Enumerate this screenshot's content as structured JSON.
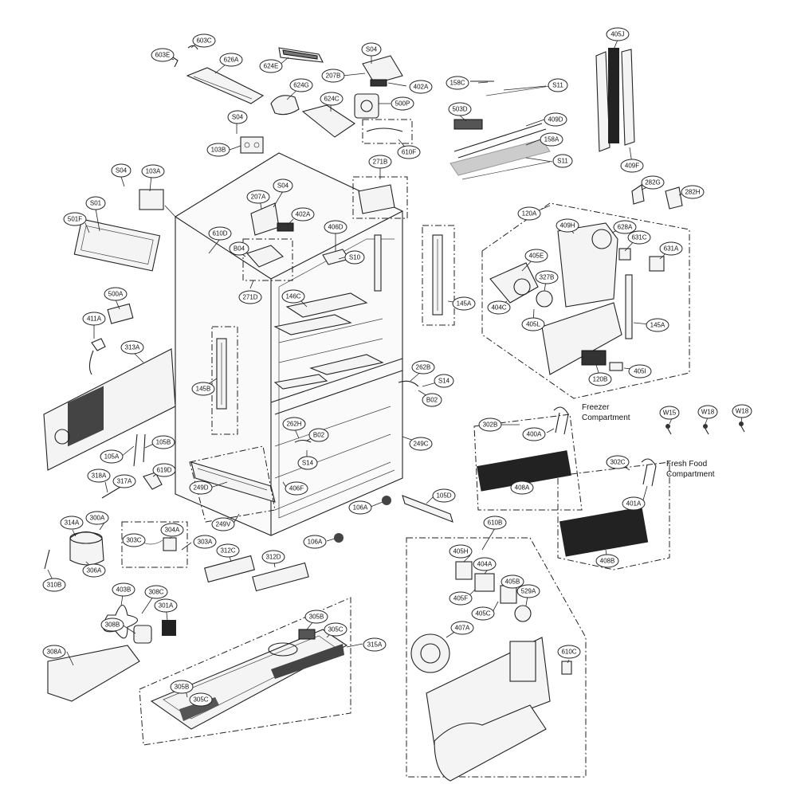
{
  "notes": {
    "freezer_line1": "Freezer",
    "freezer_line2": "Compartment",
    "fresh_line1": "Fresh Food",
    "fresh_line2": "Compartment"
  },
  "labels": {
    "c603E": "603E",
    "c603C": "603C",
    "c626A": "626A",
    "c624E": "624E",
    "c624G": "624G",
    "c624C": "624C",
    "cS04a": "S04",
    "c207B": "207B",
    "c402Aa": "402A",
    "c500P": "500P",
    "c610F": "610F",
    "c158C": "158C",
    "cS11a": "S11",
    "c503D": "503D",
    "c409D": "409D",
    "c158A": "158A",
    "cS11b": "S11",
    "c405J": "405J",
    "c409F": "409F",
    "c282G": "282G",
    "c282H": "282H",
    "cS04b": "S04",
    "c103B": "103B",
    "cS04c": "S04",
    "c103A": "103A",
    "cS01": "S01",
    "c501F": "501F",
    "c271B": "271B",
    "c207A": "207A",
    "cS04d": "S04",
    "c402Ab": "402A",
    "c610D": "610D",
    "c406D": "406D",
    "cB04": "B04",
    "cS10": "S10",
    "c271D": "271D",
    "c146C": "146C",
    "c120A": "120A",
    "c409H": "409H",
    "c628A": "628A",
    "c631C": "631C",
    "c631A": "631A",
    "c405E": "405E",
    "c327B": "327B",
    "c404C": "404C",
    "c405L": "405L",
    "c145Aa": "145A",
    "c120B": "120B",
    "c405I": "405I",
    "c145Ab": "145A",
    "c500A": "500A",
    "c411A": "411A",
    "c313A": "313A",
    "c145B": "145B",
    "c262B": "262B",
    "cS14a": "S14",
    "cB02a": "B02",
    "c262H": "262H",
    "cB02b": "B02",
    "cS14b": "S14",
    "c249C": "249C",
    "cW15": "W15",
    "cW18a": "W18",
    "cW18b": "W18",
    "c302B": "302B",
    "c400A": "400A",
    "c408A": "408A",
    "c302C": "302C",
    "c401A": "401A",
    "c408B": "408B",
    "c105A": "105A",
    "c105B": "105B",
    "c318A": "318A",
    "c317A": "317A",
    "c619D": "619D",
    "c249D": "249D",
    "c406F": "406F",
    "c106Aa": "106A",
    "c105D": "105D",
    "c249V": "249V",
    "c106Ab": "106A",
    "c314A": "314A",
    "c300A": "300A",
    "c303C": "303C",
    "c304A": "304A",
    "c303A": "303A",
    "c306A": "306A",
    "c310B": "310B",
    "c312C": "312C",
    "c312D": "312D",
    "c610B": "610B",
    "c405H": "405H",
    "c404A": "404A",
    "c405B": "405B",
    "c405F": "405F",
    "c405C": "405C",
    "c529A": "529A",
    "c407A": "407A",
    "c610C": "610C",
    "c403B": "403B",
    "c308C": "308C",
    "c301A": "301A",
    "c308B": "308B",
    "c308A": "308A",
    "c305B": "305B",
    "c305C": "305C",
    "c315A": "315A",
    "c305Bb": "305B",
    "c305Cb": "305C"
  }
}
